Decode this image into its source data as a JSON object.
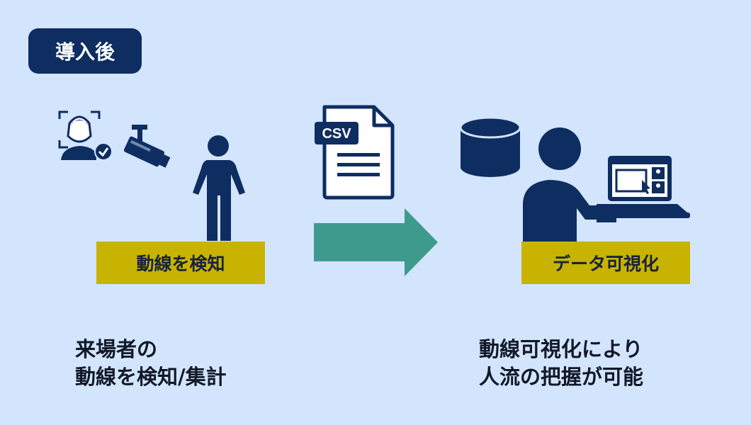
{
  "badge": {
    "label": "導入後"
  },
  "left": {
    "label": "動線を検知",
    "caption_line1": "来場者の",
    "caption_line2": "動線を検知/集計"
  },
  "right": {
    "label": "データ可視化",
    "caption_line1": "動線可視化により",
    "caption_line2": "人流の把握が可能"
  },
  "file": {
    "tag": "CSV"
  },
  "colors": {
    "background": "#d3e5fd",
    "navy": "#0e2d61",
    "label_gold": "#c8b300",
    "arrow_teal": "#3f9a8e"
  },
  "icons": [
    "face-recognition-icon",
    "security-camera-icon",
    "person-icon",
    "csv-file-icon",
    "database-icon",
    "person-at-computer-icon",
    "flow-arrow-icon"
  ]
}
